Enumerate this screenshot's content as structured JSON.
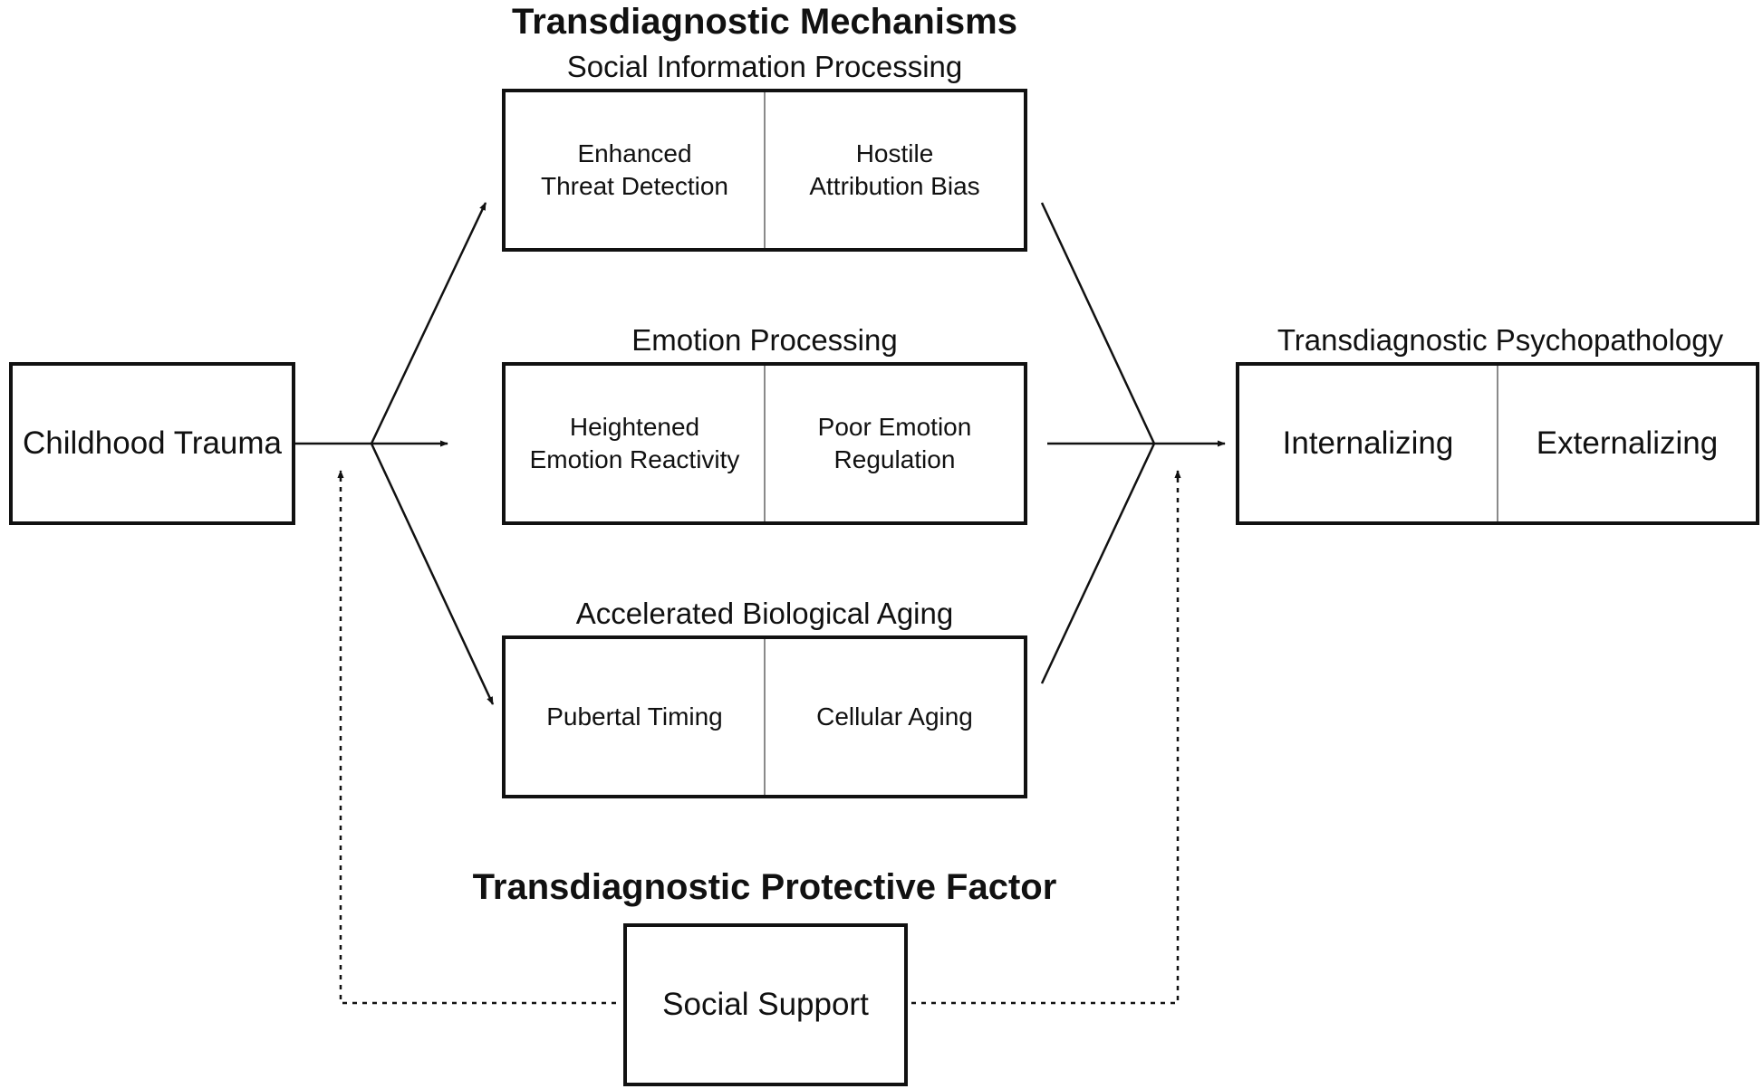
{
  "mechanisms_heading": "Transdiagnostic Mechanisms",
  "protective_heading": "Transdiagnostic Protective Factor",
  "input": {
    "label": "Childhood Trauma"
  },
  "mechanisms": [
    {
      "title": "Social Information Processing",
      "left": "Enhanced\nThreat Detection",
      "right": "Hostile\nAttribution Bias"
    },
    {
      "title": "Emotion Processing",
      "left": "Heightened\nEmotion Reactivity",
      "right": "Poor Emotion\nRegulation"
    },
    {
      "title": "Accelerated Biological Aging",
      "left": "Pubertal Timing",
      "right": "Cellular Aging"
    }
  ],
  "outcome": {
    "title": "Transdiagnostic Psychopathology",
    "left": "Internalizing",
    "right": "Externalizing"
  },
  "protective": {
    "label": "Social Support"
  }
}
